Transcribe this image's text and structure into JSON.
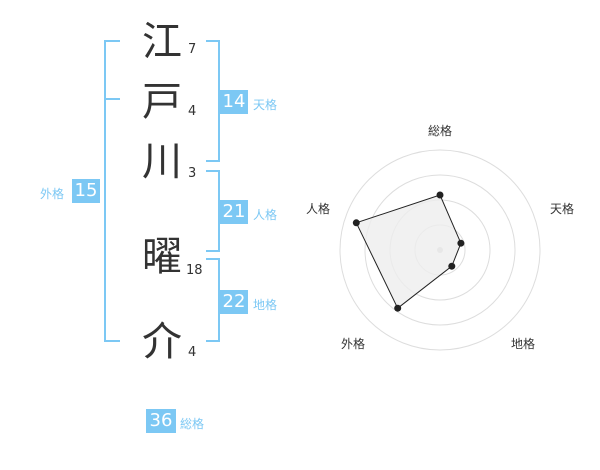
{
  "characters": [
    {
      "char": "江",
      "strokes": "7"
    },
    {
      "char": "戸",
      "strokes": "4"
    },
    {
      "char": "川",
      "strokes": "3"
    },
    {
      "char": "曜",
      "strokes": "18"
    },
    {
      "char": "介",
      "strokes": "4"
    }
  ],
  "tenkaku": {
    "value": "14",
    "label": "天格"
  },
  "jinkaku": {
    "value": "21",
    "label": "人格"
  },
  "chikaku": {
    "value": "22",
    "label": "地格"
  },
  "gaikaku": {
    "value": "15",
    "label": "外格"
  },
  "soukaku": {
    "value": "36",
    "label": "総格"
  },
  "colors": {
    "accent": "#7cc8f4",
    "text": "#333333",
    "ring": "#dddddd",
    "fill": "#eeeeee"
  },
  "chart_data": {
    "type": "radar",
    "axes": [
      "総格",
      "天格",
      "地格",
      "外格",
      "人格"
    ],
    "values": [
      0.55,
      0.22,
      0.2,
      0.72,
      0.88
    ],
    "rings": 4
  }
}
